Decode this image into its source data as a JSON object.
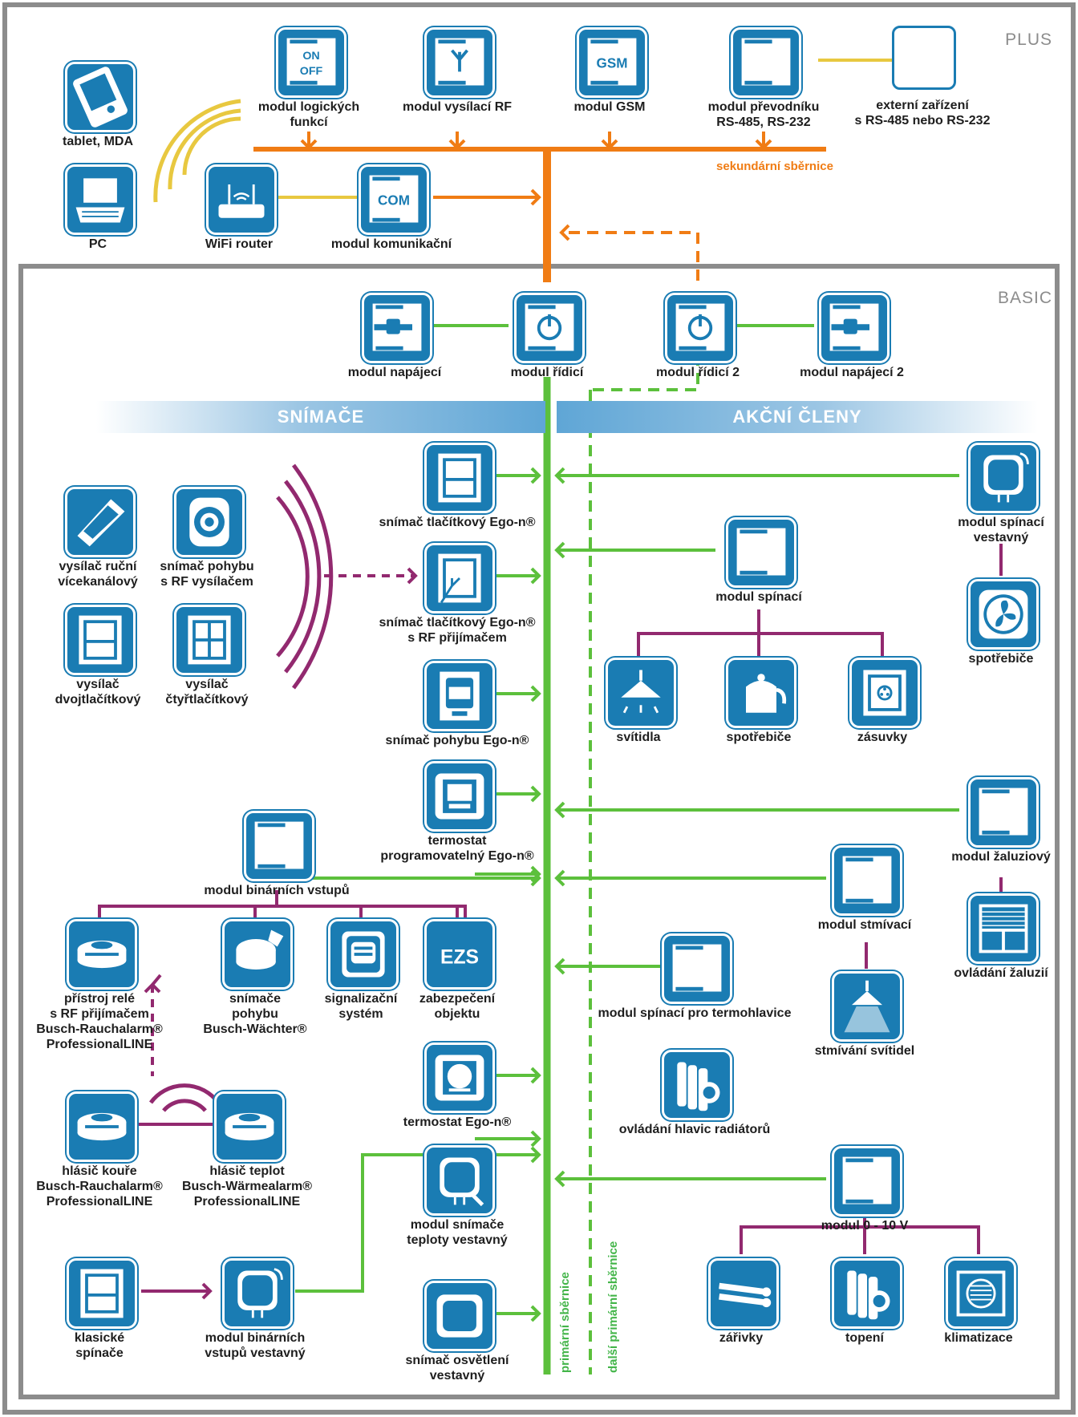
{
  "sections": {
    "plus": "PLUS",
    "basic": "BASIC"
  },
  "banners": {
    "sensors": "SNÍMAČE",
    "actuators": "AKČNÍ ČLENY"
  },
  "bus_labels": {
    "secondary": "sekundární sběrnice",
    "primary": "primární sběrnice",
    "primary_other": "další primární sběrnice"
  },
  "colors": {
    "module": "#1a7cb3",
    "primary_bus": "#5cc03c",
    "secondary_bus": "#f07c14",
    "wireless": "#e8c840",
    "link": "#92296f",
    "frame": "#8c8c8c"
  },
  "plus": {
    "tablet": [
      "tablet, MDA"
    ],
    "pc": [
      "PC"
    ],
    "wifi": [
      "WiFi router"
    ],
    "com": {
      "badge": "COM",
      "label": [
        "modul komunikační"
      ]
    },
    "logic": {
      "badge": [
        "ON",
        "OFF"
      ],
      "label": [
        "modul logických",
        "funkcí"
      ]
    },
    "rf_send": {
      "label": [
        "modul vysílací RF"
      ]
    },
    "gsm": {
      "badge": "GSM",
      "label": [
        "modul GSM"
      ]
    },
    "converter": {
      "label": [
        "modul převodníku",
        "RS-485, RS-232"
      ]
    },
    "external": {
      "label": [
        "externí zařízení",
        "s RS-485 nebo RS-232"
      ]
    }
  },
  "basic": {
    "power": [
      "modul napájecí"
    ],
    "control": [
      "modul řídicí"
    ],
    "control2": [
      "modul řídicí 2"
    ],
    "power2": [
      "modul napájecí 2"
    ],
    "btn": [
      "snímač tlačítkový Ego-n®"
    ],
    "btn_rf": [
      "snímač tlačítkový Ego-n®",
      "s RF přijímačem"
    ],
    "motion": [
      "snímač pohybu Ego-n®"
    ],
    "thermo_prog": [
      "termostat",
      "programovatelný Ego-n®"
    ],
    "thermo": [
      "termostat Ego-n®"
    ],
    "temp_sensor": [
      "modul snímače",
      "teploty vestavný"
    ],
    "light_sensor": [
      "snímač osvětlení",
      "vestavný"
    ],
    "handheld": [
      "vysílač ruční",
      "vícekanálový"
    ],
    "motion_rf": [
      "snímač pohybu",
      "s RF vysílačem"
    ],
    "tx2": [
      "vysílač",
      "dvojtlačítkový"
    ],
    "tx4": [
      "vysílač",
      "čtyřtlačítkový"
    ],
    "bin": [
      "modul binárních vstupů"
    ],
    "relay": [
      "přístroj relé",
      "s RF přijímačem",
      "Busch-Rauchalarm®",
      "ProfessionalLINE"
    ],
    "watcher": [
      "snímače",
      "pohybu",
      "Busch-Wächter®"
    ],
    "signal": [
      "signalizační",
      "systém"
    ],
    "ezs": {
      "badge": "EZS",
      "label": [
        "zabezpečení",
        "objektu"
      ]
    },
    "smoke": [
      "hlásič kouře",
      "Busch-Rauchalarm®",
      "ProfessionalLINE"
    ],
    "heat": [
      "hlásič teplot",
      "Busch-Wärmealarm®",
      "ProfessionalLINE"
    ],
    "classic": [
      "klasické",
      "spínače"
    ],
    "bin_emb": [
      "modul binárních",
      "vstupů vestavný"
    ],
    "switch_emb": [
      "modul spínací",
      "vestavný"
    ],
    "appl_right": [
      "spotřebiče"
    ],
    "switch": [
      "modul spínací"
    ],
    "lights": [
      "svítidla"
    ],
    "appl": [
      "spotřebiče"
    ],
    "sockets": [
      "zásuvky"
    ],
    "blind": [
      "modul žaluziový"
    ],
    "blind_ctrl": [
      "ovládání žaluzií"
    ],
    "dimmer": [
      "modul stmívací"
    ],
    "dimming": [
      "stmívání svítidel"
    ],
    "switch_head": [
      "modul spínací pro termohlavice"
    ],
    "rad_heads": [
      "ovládání hlavic radiátorů"
    ],
    "m010": [
      "modul 0 - 10 V"
    ],
    "fluor": [
      "zářivky"
    ],
    "heating": [
      "topení"
    ],
    "ac": [
      "klimatizace"
    ]
  }
}
